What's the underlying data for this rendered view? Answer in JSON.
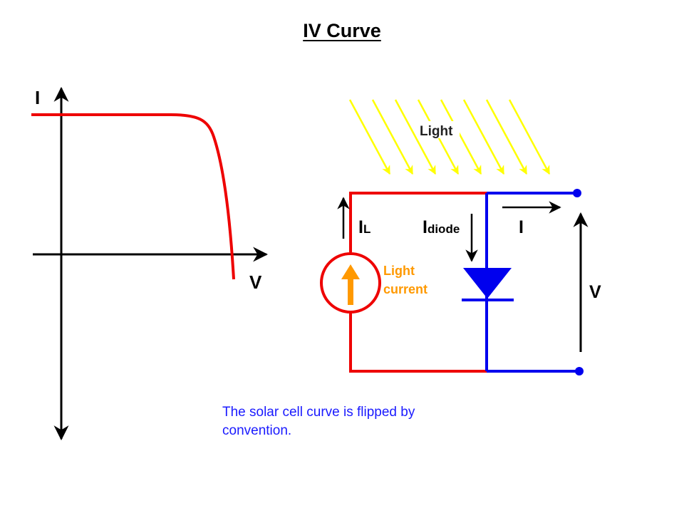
{
  "title": "IV Curve",
  "caption": "The solar cell curve is flipped by convention.",
  "graph": {
    "y_axis_label": "I",
    "x_axis_label": "V"
  },
  "circuit": {
    "light_label": "Light",
    "source_label_line1": "Light",
    "source_label_line2": "current",
    "il_label": "I",
    "il_subscript": "L",
    "idiode_label": "I",
    "idiode_subscript": "diode",
    "current_label": "I",
    "voltage_label": "V"
  },
  "colors": {
    "curve": "#ee0000",
    "wire_red": "#ee0000",
    "wire_blue": "#0000ee",
    "light_rays": "#ffff00",
    "source_arrow": "#ff9900",
    "caption_text": "#1a1aff",
    "axes": "#000000"
  },
  "icons": {
    "current_source": "current-source-symbol",
    "diode": "diode-symbol"
  }
}
